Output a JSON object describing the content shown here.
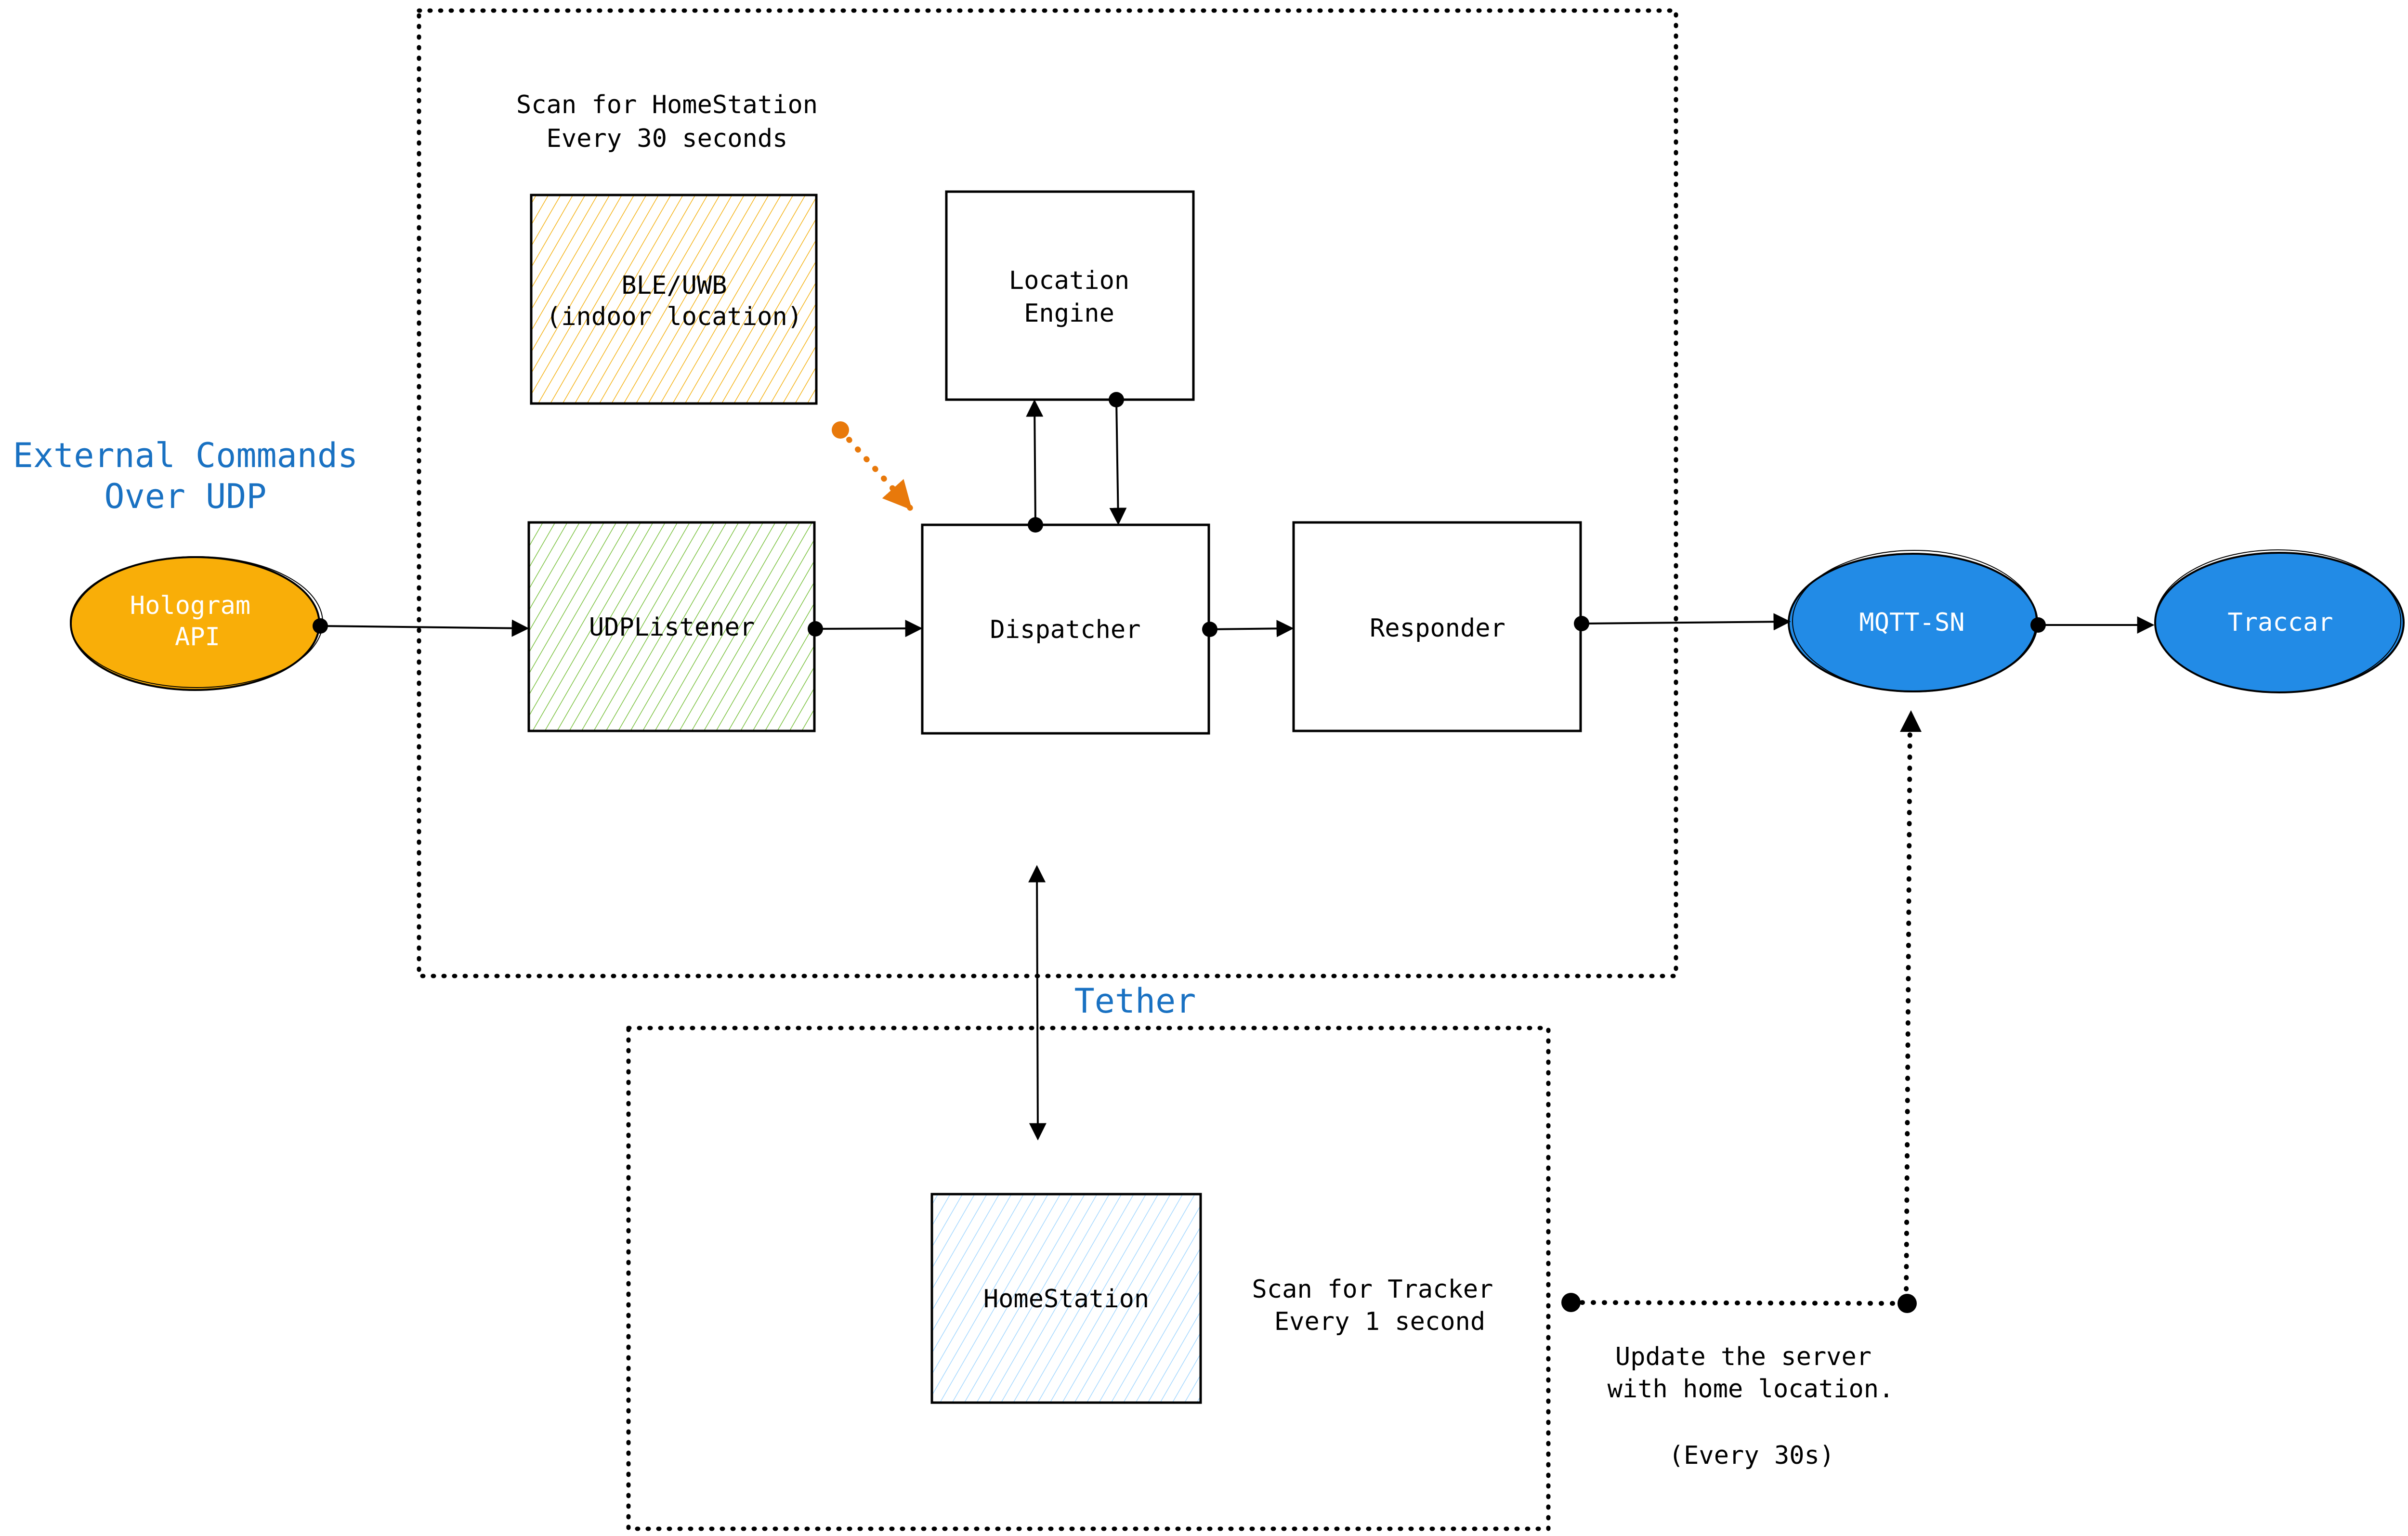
{
  "diagram": {
    "colors": {
      "hologram_fill": "#f9ae08",
      "mqtt_fill": "#228be6",
      "traccar_fill": "#228be6",
      "blue_text": "#1971c2",
      "ble_hatch": "#f4b41a",
      "udp_hatch": "#7cc242",
      "homestation_hatch": "#a5d8ff",
      "orange_arrow": "#e8790b"
    },
    "labels": {
      "external_line1": "External Commands",
      "external_line2": "Over UDP",
      "scan_homestation_line1": "Scan for HomeStation",
      "scan_homestation_line2": "Every 30 seconds",
      "tether": "Tether",
      "scan_tracker_line1": "Scan for Tracker",
      "scan_tracker_line2": "Every 1 second",
      "update_line1": "Update the server",
      "update_line2": "with home location.",
      "update_line3": "(Every 30s)"
    },
    "nodes": {
      "hologram": {
        "line1": "Hologram",
        "line2": "API"
      },
      "ble_uwb": {
        "line1": "BLE/UWB",
        "line2": "(indoor location)"
      },
      "location_engine": {
        "line1": "Location",
        "line2": "Engine"
      },
      "udp_listener": {
        "label": "UDPListener"
      },
      "dispatcher": {
        "label": "Dispatcher"
      },
      "responder": {
        "label": "Responder"
      },
      "mqtt_sn": {
        "label": "MQTT-SN"
      },
      "traccar": {
        "label": "Traccar"
      },
      "homestation": {
        "label": "HomeStation"
      }
    },
    "edges": [
      {
        "from": "Hologram API",
        "to": "UDPListener",
        "style": "solid"
      },
      {
        "from": "UDPListener",
        "to": "Dispatcher",
        "style": "solid"
      },
      {
        "from": "Dispatcher",
        "to": "Location Engine",
        "style": "solid"
      },
      {
        "from": "Location Engine",
        "to": "Dispatcher",
        "style": "solid"
      },
      {
        "from": "BLE/UWB",
        "to": "Dispatcher",
        "style": "dotted"
      },
      {
        "from": "Dispatcher",
        "to": "Responder",
        "style": "solid"
      },
      {
        "from": "Responder",
        "to": "MQTT-SN",
        "style": "solid"
      },
      {
        "from": "MQTT-SN",
        "to": "Traccar",
        "style": "solid"
      },
      {
        "from": "Tracker frame",
        "to": "HomeStation frame",
        "style": "bidirectional",
        "label": "Tether"
      },
      {
        "from": "HomeStation frame",
        "to": "MQTT-SN",
        "style": "dotted"
      }
    ]
  }
}
